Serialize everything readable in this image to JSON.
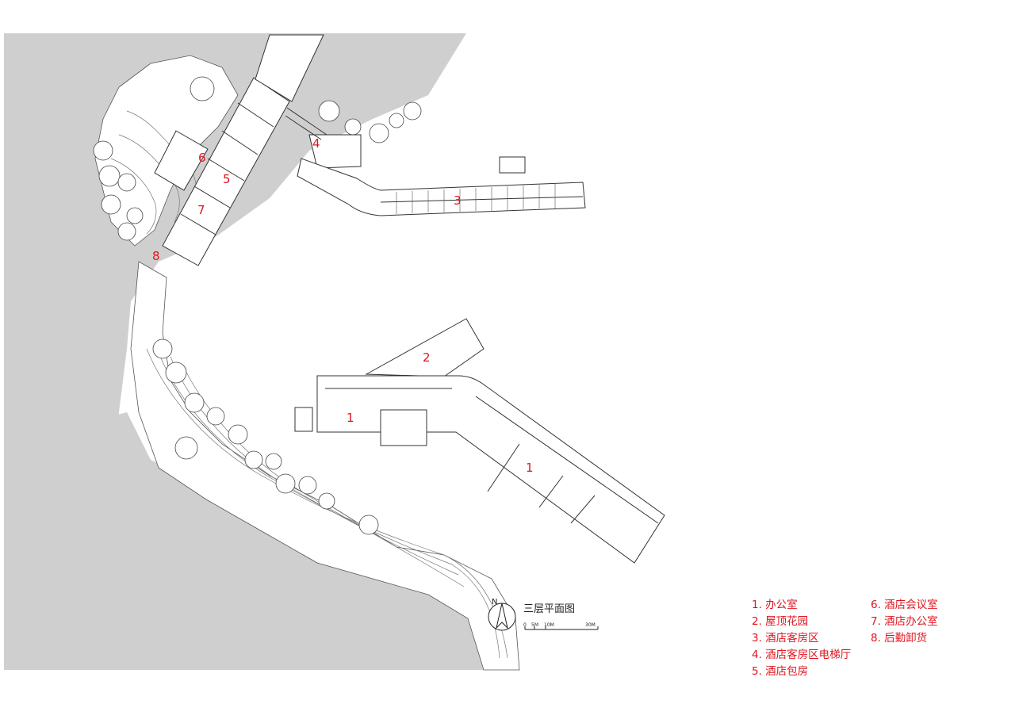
{
  "plan": {
    "title": "三层平面图",
    "north_label": "N",
    "scale_ticks": [
      "0",
      "5M",
      "10M",
      "30M"
    ],
    "room_labels": [
      "1",
      "1",
      "2",
      "3",
      "4",
      "5",
      "6",
      "7",
      "8"
    ]
  },
  "legend": {
    "items": [
      "1. 办公室",
      "6. 酒店会议室",
      "2. 屋顶花园",
      "7. 酒店办公室",
      "3. 酒店客房区",
      "8. 后勤卸货",
      "4. 酒店客房区电梯厅",
      "",
      "5. 酒店包房",
      ""
    ]
  },
  "colors": {
    "water": "#cfcfcf",
    "line": "#333333",
    "label": "#e0141e"
  }
}
